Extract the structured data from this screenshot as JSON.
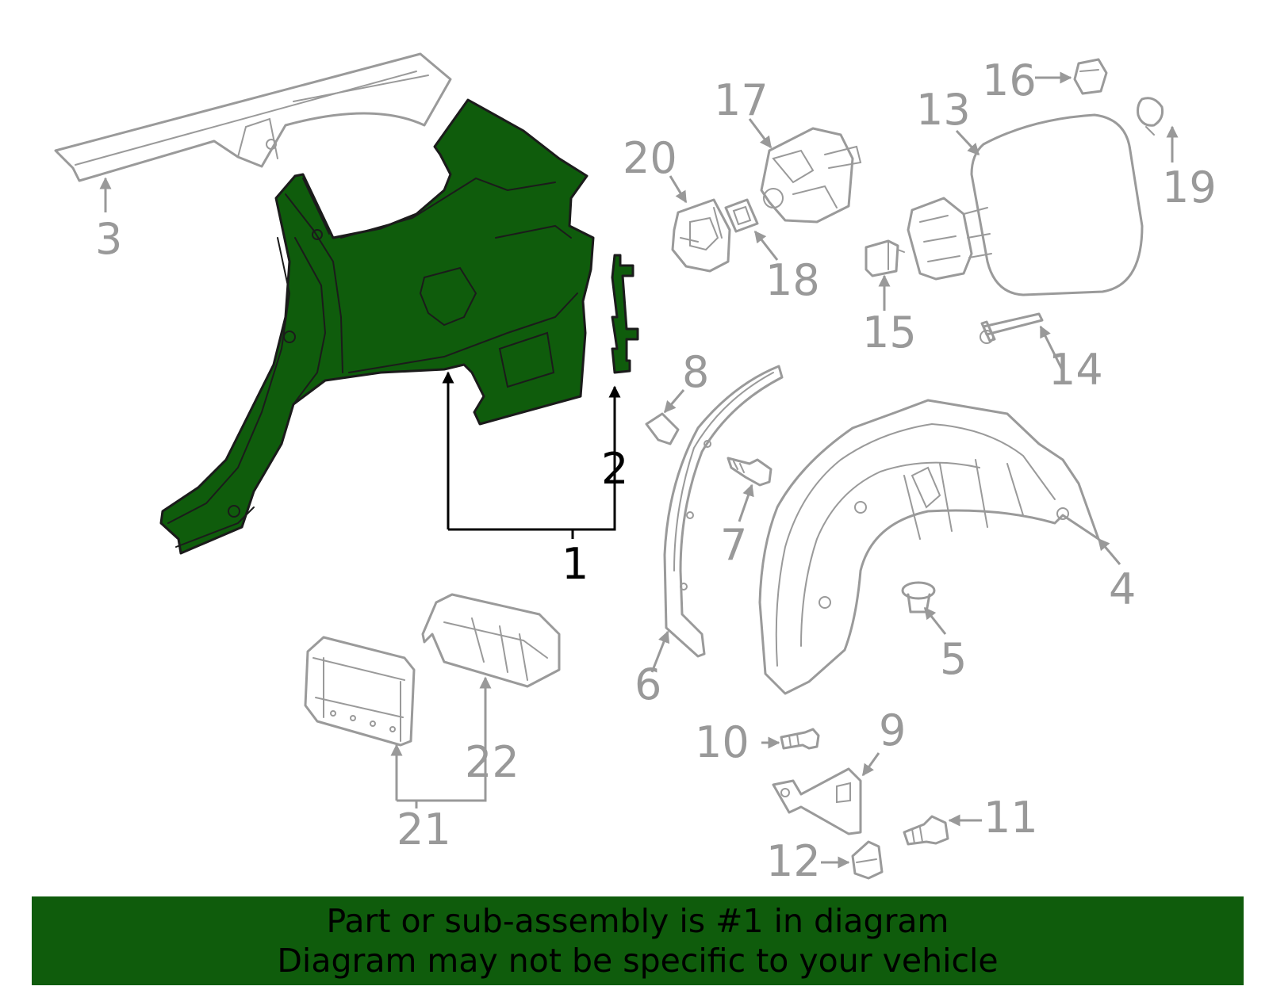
{
  "callouts": {
    "c1": "1",
    "c2": "2",
    "c3": "3",
    "c4": "4",
    "c5": "5",
    "c6": "6",
    "c7": "7",
    "c8": "8",
    "c9": "9",
    "c10": "10",
    "c11": "11",
    "c12": "12",
    "c13": "13",
    "c14": "14",
    "c15": "15",
    "c16": "16",
    "c17": "17",
    "c18": "18",
    "c19": "19",
    "c20": "20",
    "c21": "21",
    "c22": "22"
  },
  "banner": {
    "line1": "Part or sub-assembly is #1 in diagram",
    "line2": "Diagram may not be specific to your vehicle"
  },
  "colors": {
    "highlight_green": "#0f5c0c",
    "part_gray": "#9a9a9a",
    "callout_gray": "#999999",
    "callout_black": "#000000"
  }
}
